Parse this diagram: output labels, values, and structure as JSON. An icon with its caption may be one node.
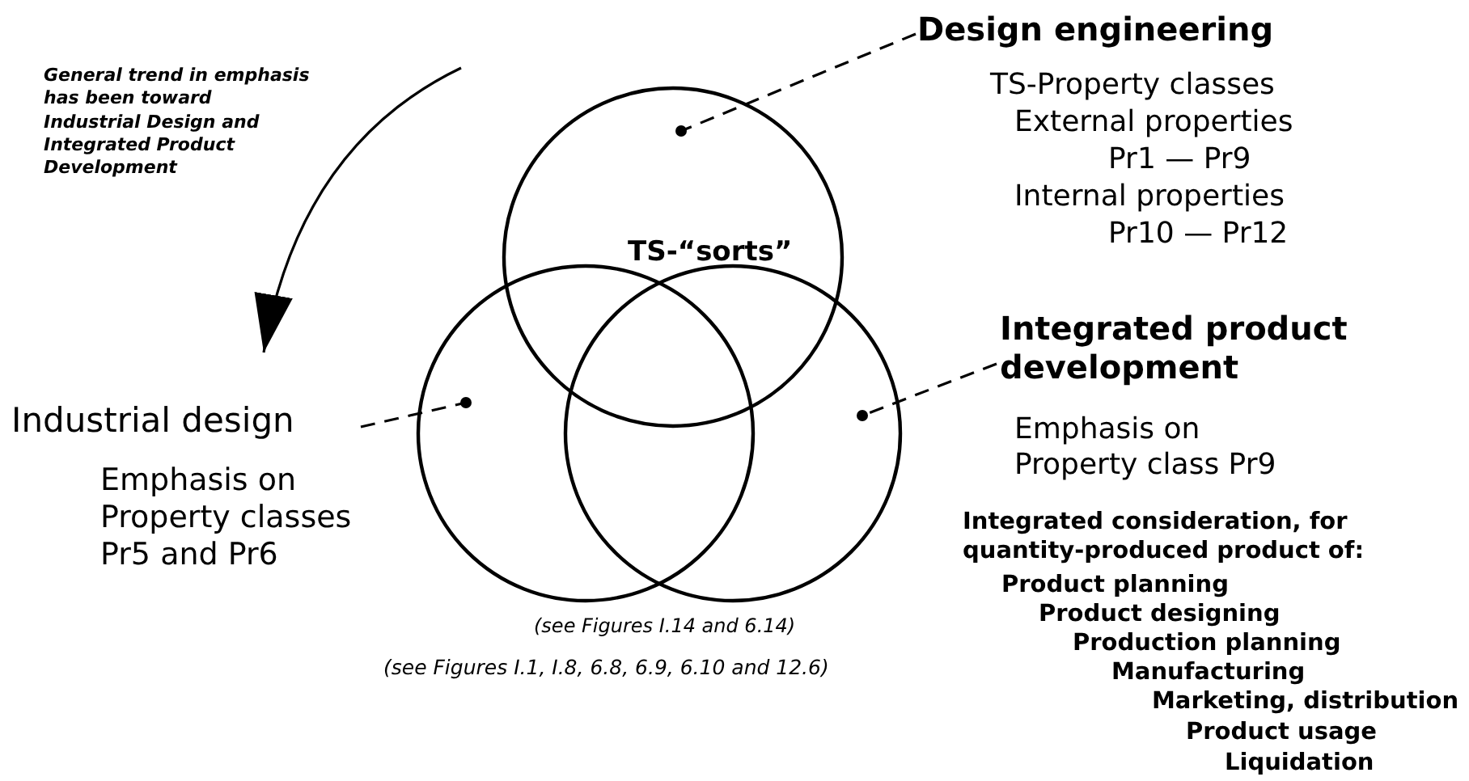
{
  "diagram": {
    "nodes": [
      {
        "text": [
          "TS-“sorts”"
        ]
      },
      {
        "text": [],
        "shape": "circle"
      },
      {
        "text": [],
        "shape": "circle"
      },
      {
        "text": [
          "Design engineering",
          "TS-Property classes",
          "External properties",
          "Pr1 — Pr9",
          "Internal properties",
          "Pr10 — Pr12"
        ]
      },
      {
        "text": [
          "Industrial design",
          "Emphasis on Property classes Pr5 and Pr6"
        ]
      },
      {
        "text": [
          "Integrated product development",
          "Emphasis on Property class Pr9",
          "Integrated consideration, for quantity-produced product of:",
          "Product planning",
          "Product designing",
          "Production planning",
          "Manufacturing",
          "Marketing, distribution",
          "Product usage",
          "Liquidation"
        ]
      }
    ],
    "edges": [
      {
        "from": 3,
        "to": 0,
        "arrow": "other",
        "style": "dashed"
      },
      {
        "from": 4,
        "to": 1,
        "arrow": "other",
        "style": "dashed"
      },
      {
        "from": 5,
        "to": 2,
        "arrow": "other",
        "style": "dashed"
      }
    ],
    "labels": [
      "General trend in emphasis has been toward Industrial Design and Integrated Product Development",
      "(see Figures I.14 and 6.14)",
      "(see Figures I.1, I.8, 6.8, 6.9, 6.10 and 12.6)"
    ]
  }
}
